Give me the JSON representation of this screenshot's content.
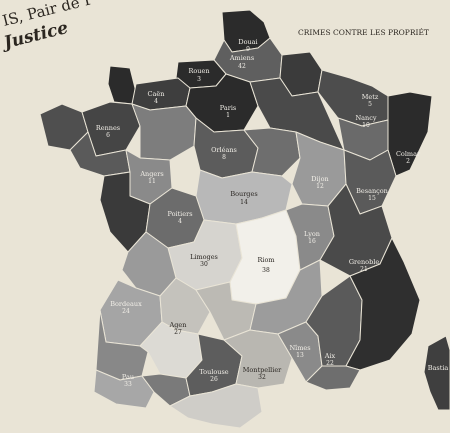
{
  "header": {
    "top_left_line1": "IS, Pair de F",
    "top_left_line2": "Justice",
    "top_right_title": "CRIMES CONTRE LES PROPRIÉT"
  },
  "map": {
    "subject": "France",
    "shading_legend_note": "darker = higher rank",
    "colors": {
      "paper": "#e9e4d6",
      "ink_darkest": "#2b2b2b",
      "ink_dark": "#4a4a4a",
      "ink_mid": "#7c7c7c",
      "ink_light": "#a9a9a9",
      "ink_pale": "#cfcdc8",
      "ink_white": "#f2f0ea"
    },
    "labels": [
      {
        "name": "Rouen",
        "value": "3"
      },
      {
        "name": "Douai",
        "value": "9"
      },
      {
        "name": "Amiens",
        "value": "42"
      },
      {
        "name": "Caën",
        "value": "4"
      },
      {
        "name": "Metz",
        "value": "5"
      },
      {
        "name": "Nancy",
        "value": "10"
      },
      {
        "name": "Paris",
        "value": "1"
      },
      {
        "name": "Rennes",
        "value": "6"
      },
      {
        "name": "Orléans",
        "value": "8"
      },
      {
        "name": "Colmar",
        "value": "2"
      },
      {
        "name": "Angers",
        "value": "11"
      },
      {
        "name": "Dijon",
        "value": "12"
      },
      {
        "name": "Bourges",
        "value": "14"
      },
      {
        "name": "Besançon",
        "value": "15"
      },
      {
        "name": "Poitiers",
        "value": "4"
      },
      {
        "name": "Limoges",
        "value": "30"
      },
      {
        "name": "Riom",
        "value": "38"
      },
      {
        "name": "Lyon",
        "value": "16"
      },
      {
        "name": "Bordeaux",
        "value": "24"
      },
      {
        "name": "Grenoble",
        "value": "21"
      },
      {
        "name": "Agen",
        "value": "27"
      },
      {
        "name": "Nîmes",
        "value": "13"
      },
      {
        "name": "Aix",
        "value": "22"
      },
      {
        "name": "Pau",
        "value": "33"
      },
      {
        "name": "Montpellier",
        "value": "32"
      },
      {
        "name": "Toulouse",
        "value": "26"
      },
      {
        "name": "Bastia",
        "value": ""
      }
    ]
  }
}
